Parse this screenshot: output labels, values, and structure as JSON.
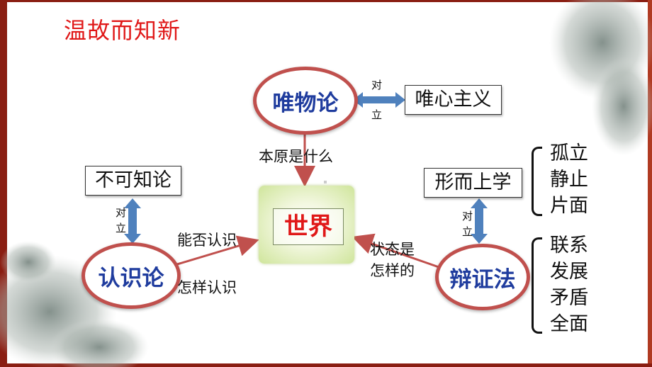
{
  "title": "温故而知新",
  "nodes": {
    "materialism": "唯物论",
    "idealism": "唯心主义",
    "agnosticism": "不可知论",
    "epistemology": "认识论",
    "metaphysics": "形而上学",
    "dialectics": "辩证法",
    "world": "世界"
  },
  "labels": {
    "opposite_top_1": "对",
    "opposite_top_2": "立",
    "opposite_left_1": "对",
    "opposite_left_2": "立",
    "opposite_right_1": "对",
    "opposite_right_2": "立",
    "origin_question": "本原是什么",
    "can_know": "能否认识",
    "how_know": "怎样认识",
    "state_line1": "状态是",
    "state_line2": "怎样的"
  },
  "metaphysics_traits": [
    "孤立",
    "静止",
    "片面"
  ],
  "dialectics_traits": [
    "联系",
    "发展",
    "矛盾",
    "全面"
  ],
  "colors": {
    "frame": "#8a1e12",
    "title": "#e01818",
    "ellipse_border": "#c0504d",
    "ellipse_text": "#1f3c9e",
    "double_arrow": "#4f81bd",
    "arrow_red": "#c0504d",
    "world_fill": "#cfe59b"
  }
}
